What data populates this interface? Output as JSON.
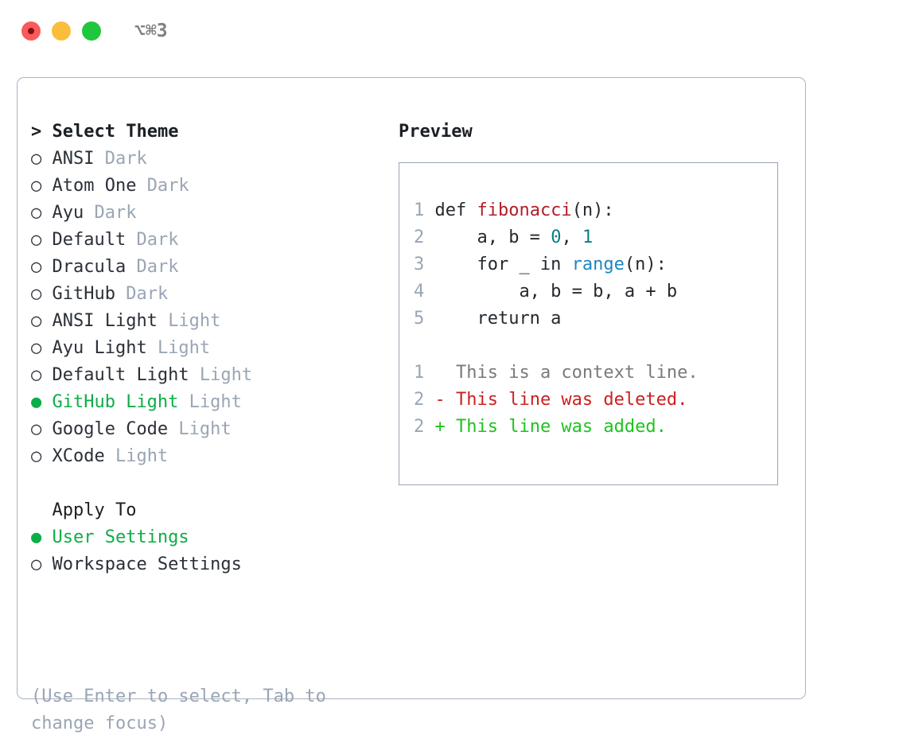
{
  "titlebar": {
    "shortcut": "⌥⌘3",
    "lights": [
      "close-red",
      "minimize-yellow",
      "zoom-green"
    ]
  },
  "theme_panel": {
    "header": {
      "prefix": "> ",
      "label": "Select Theme",
      "focused": true
    },
    "selected_bullet": "●",
    "unselected_bullet": "○",
    "items": [
      {
        "bullet": "○",
        "name": "ANSI",
        "tag": "Dark",
        "selected": false
      },
      {
        "bullet": "○",
        "name": "Atom One",
        "tag": "Dark",
        "selected": false
      },
      {
        "bullet": "○",
        "name": "Ayu",
        "tag": "Dark",
        "selected": false
      },
      {
        "bullet": "○",
        "name": "Default",
        "tag": "Dark",
        "selected": false
      },
      {
        "bullet": "○",
        "name": "Dracula",
        "tag": "Dark",
        "selected": false
      },
      {
        "bullet": "○",
        "name": "GitHub",
        "tag": "Dark",
        "selected": false
      },
      {
        "bullet": "○",
        "name": "ANSI Light",
        "tag": "Light",
        "selected": false
      },
      {
        "bullet": "○",
        "name": "Ayu Light",
        "tag": "Light",
        "selected": false
      },
      {
        "bullet": "○",
        "name": "Default Light",
        "tag": "Light",
        "selected": false
      },
      {
        "bullet": "●",
        "name": "GitHub Light",
        "tag": "Light",
        "selected": true
      },
      {
        "bullet": "○",
        "name": "Google Code",
        "tag": "Light",
        "selected": false
      },
      {
        "bullet": "○",
        "name": "XCode",
        "tag": "Light",
        "selected": false
      }
    ]
  },
  "apply_to": {
    "header": {
      "prefix": "  ",
      "label": "Apply To",
      "focused": false
    },
    "items": [
      {
        "bullet": "●",
        "name": "User Settings",
        "selected": true
      },
      {
        "bullet": "○",
        "name": "Workspace Settings",
        "selected": false
      }
    ]
  },
  "hint": "(Use Enter to select, Tab to change focus)",
  "preview": {
    "header": "Preview",
    "code_lines": [
      {
        "number": "1",
        "tokens": [
          {
            "text": "def ",
            "style": "plain"
          },
          {
            "text": "fibonacci",
            "style": "func"
          },
          {
            "text": "(n):",
            "style": "plain"
          }
        ]
      },
      {
        "number": "2",
        "tokens": [
          {
            "text": "    a, b = ",
            "style": "plain"
          },
          {
            "text": "0",
            "style": "num"
          },
          {
            "text": ", ",
            "style": "plain"
          },
          {
            "text": "1",
            "style": "num"
          }
        ]
      },
      {
        "number": "3",
        "tokens": [
          {
            "text": "    for _ in ",
            "style": "plain"
          },
          {
            "text": "range",
            "style": "builtin"
          },
          {
            "text": "(n):",
            "style": "plain"
          }
        ]
      },
      {
        "number": "4",
        "tokens": [
          {
            "text": "        a, b = b, a + b",
            "style": "plain"
          }
        ]
      },
      {
        "number": "5",
        "tokens": [
          {
            "text": "    return a",
            "style": "plain"
          }
        ]
      }
    ],
    "diff_lines": [
      {
        "number": "1",
        "marker": "  ",
        "text": "This is a context line.",
        "style": "ctx"
      },
      {
        "number": "2",
        "marker": "- ",
        "text": "This line was deleted.",
        "style": "del"
      },
      {
        "number": "2",
        "marker": "+ ",
        "text": "This line was added.",
        "style": "add"
      }
    ]
  },
  "colors": {
    "selected_green": "#0cae47",
    "diff_add_green": "#1fc21f",
    "diff_del_red": "#cc2020",
    "tag_gray": "#9aa5b5",
    "func_red": "#b31d28",
    "builtin_blue": "#1c86c4",
    "number_teal": "#0d7d81",
    "border_gray": "#9aa5b5"
  }
}
